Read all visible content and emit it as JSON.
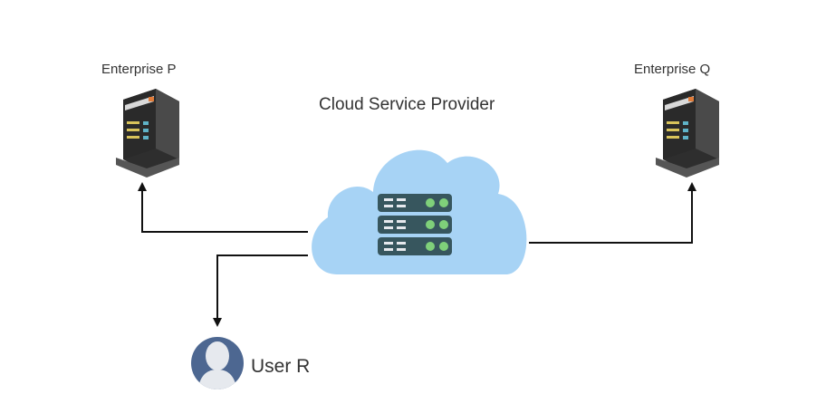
{
  "diagram": {
    "title": "Cloud Service Provider",
    "nodes": [
      {
        "id": "enterprise_p",
        "label": "Enterprise P",
        "icon": "server-rack-icon"
      },
      {
        "id": "enterprise_q",
        "label": "Enterprise Q",
        "icon": "server-rack-icon"
      },
      {
        "id": "cloud",
        "label": "Cloud Service Provider",
        "icon": "cloud-server-icon"
      },
      {
        "id": "user_r",
        "label": "User R",
        "icon": "user-avatar-icon"
      }
    ],
    "edges": [
      {
        "from": "cloud",
        "to": "enterprise_p"
      },
      {
        "from": "cloud",
        "to": "enterprise_q"
      },
      {
        "from": "cloud",
        "to": "user_r"
      }
    ],
    "colors": {
      "cloud": "#a7d3f5",
      "server_stack": "#37565e",
      "server_led": "#7fd07a",
      "avatar_bg": "#4d6791",
      "avatar_fg": "#e6e9ee",
      "rack": "#3a3a3a",
      "arrow": "#111111"
    }
  }
}
